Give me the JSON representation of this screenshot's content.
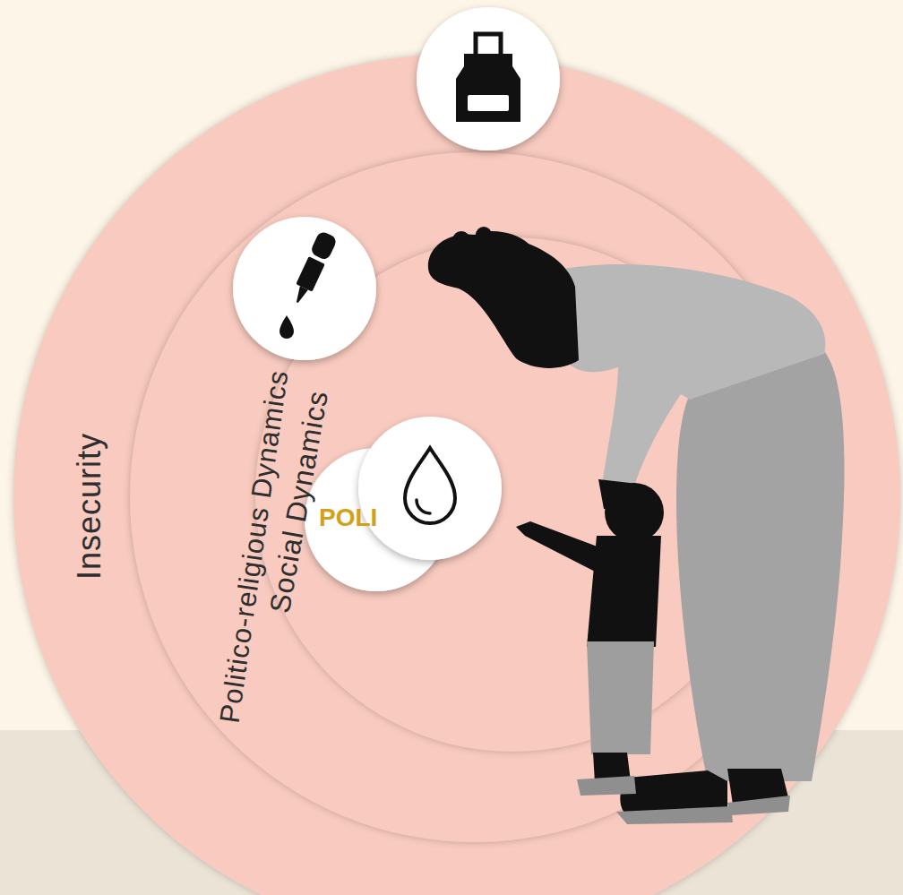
{
  "diagram": {
    "nodes": [
      {
        "text": [
          "Insecurity"
        ]
      },
      {
        "text": [
          "Politico-religious Dynamics"
        ],
        "in": 0
      },
      {
        "text": [
          "Social Dynamics"
        ],
        "in": 1
      }
    ],
    "labels": [
      "POLI"
    ]
  }
}
